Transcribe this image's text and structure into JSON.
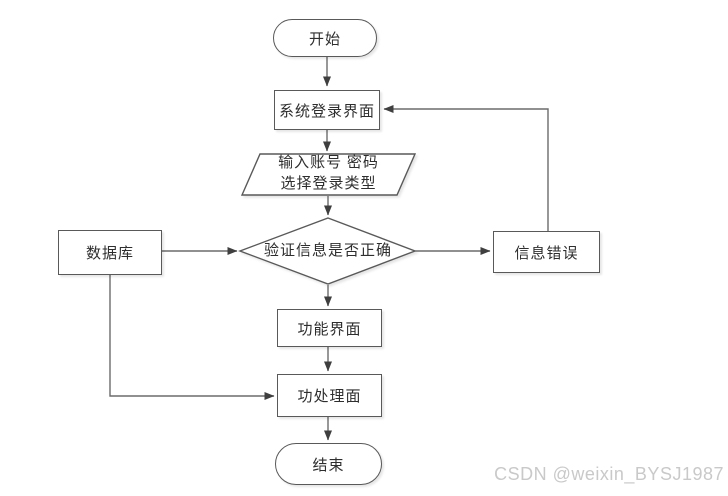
{
  "watermark": "CSDN @weixin_BYSJ1987",
  "flowchart": {
    "nodes": {
      "start": {
        "label": "开始",
        "type": "terminator"
      },
      "login": {
        "label": "系统登录界面",
        "type": "process"
      },
      "input": {
        "label_line1": "输入账号 密码",
        "label_line2": "选择登录类型",
        "type": "input-output"
      },
      "decision": {
        "label": "验证信息是否正确",
        "type": "decision"
      },
      "database": {
        "label": "数据库",
        "type": "process"
      },
      "error": {
        "label": "信息错误",
        "type": "process"
      },
      "function": {
        "label": "功能界面",
        "type": "process"
      },
      "process": {
        "label": "功处理面",
        "type": "process"
      },
      "end": {
        "label": "结束",
        "type": "terminator"
      }
    },
    "edges": [
      {
        "from": "start",
        "to": "login"
      },
      {
        "from": "login",
        "to": "input"
      },
      {
        "from": "input",
        "to": "decision"
      },
      {
        "from": "decision",
        "to": "function"
      },
      {
        "from": "function",
        "to": "process"
      },
      {
        "from": "process",
        "to": "end"
      },
      {
        "from": "database",
        "to": "decision"
      },
      {
        "from": "decision",
        "to": "error"
      },
      {
        "from": "error",
        "to": "login"
      },
      {
        "from": "database",
        "to": "process"
      }
    ],
    "colors": {
      "background": "#ffffff",
      "shape_border": "#595959",
      "connector_line": "#6b6b6b",
      "arrowhead": "#3f3f3f",
      "text": "#2e2e2e",
      "watermark_text": "#c9c9c9"
    }
  }
}
